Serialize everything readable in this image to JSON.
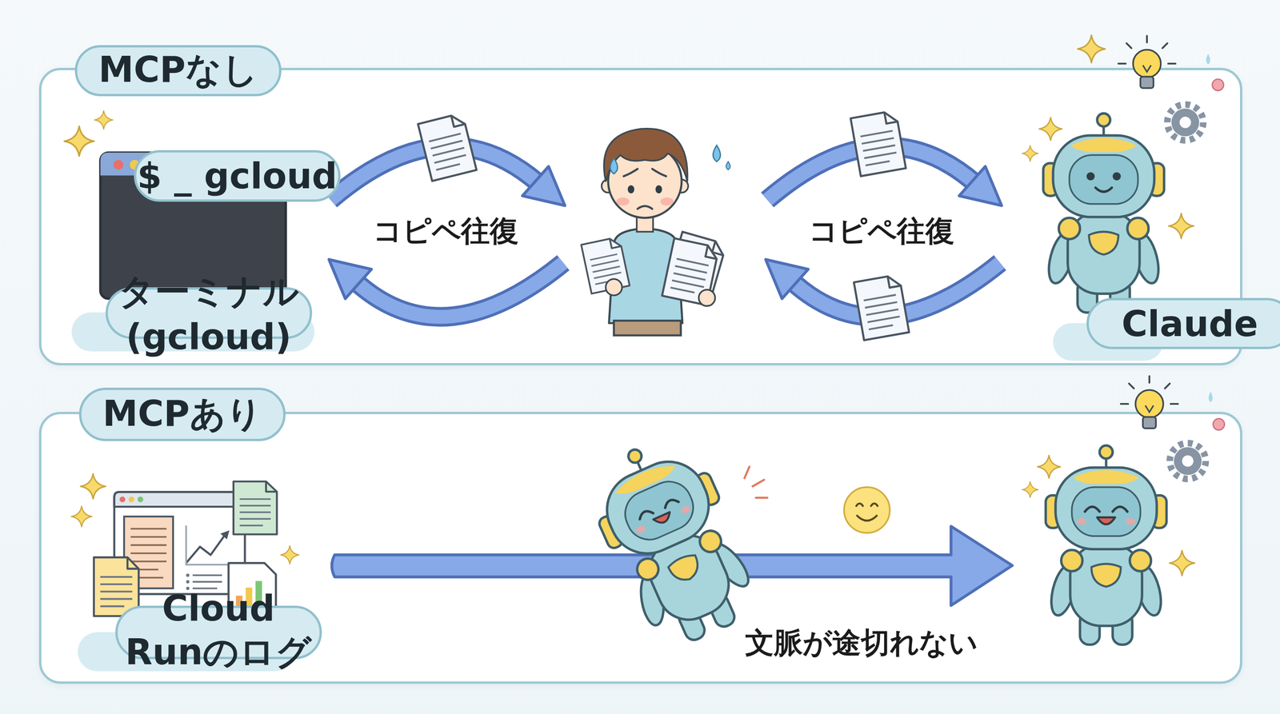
{
  "diagram": {
    "nodes": [
      {
        "text": [
          "MCPなし"
        ]
      },
      {
        "text": [
          "$ _ gcloud"
        ],
        "in": 0
      },
      {
        "text": [
          "ターミナル(gcloud)"
        ],
        "in": 0
      },
      {
        "text": [
          "Claude"
        ],
        "in": 0
      },
      {
        "text": [
          "MCPあり"
        ]
      },
      {
        "text": [
          "Cloud Runのログ"
        ],
        "in": 4
      }
    ],
    "labels": [
      "コピペ往復",
      "コピペ往復",
      "文脈が途切れない"
    ]
  }
}
